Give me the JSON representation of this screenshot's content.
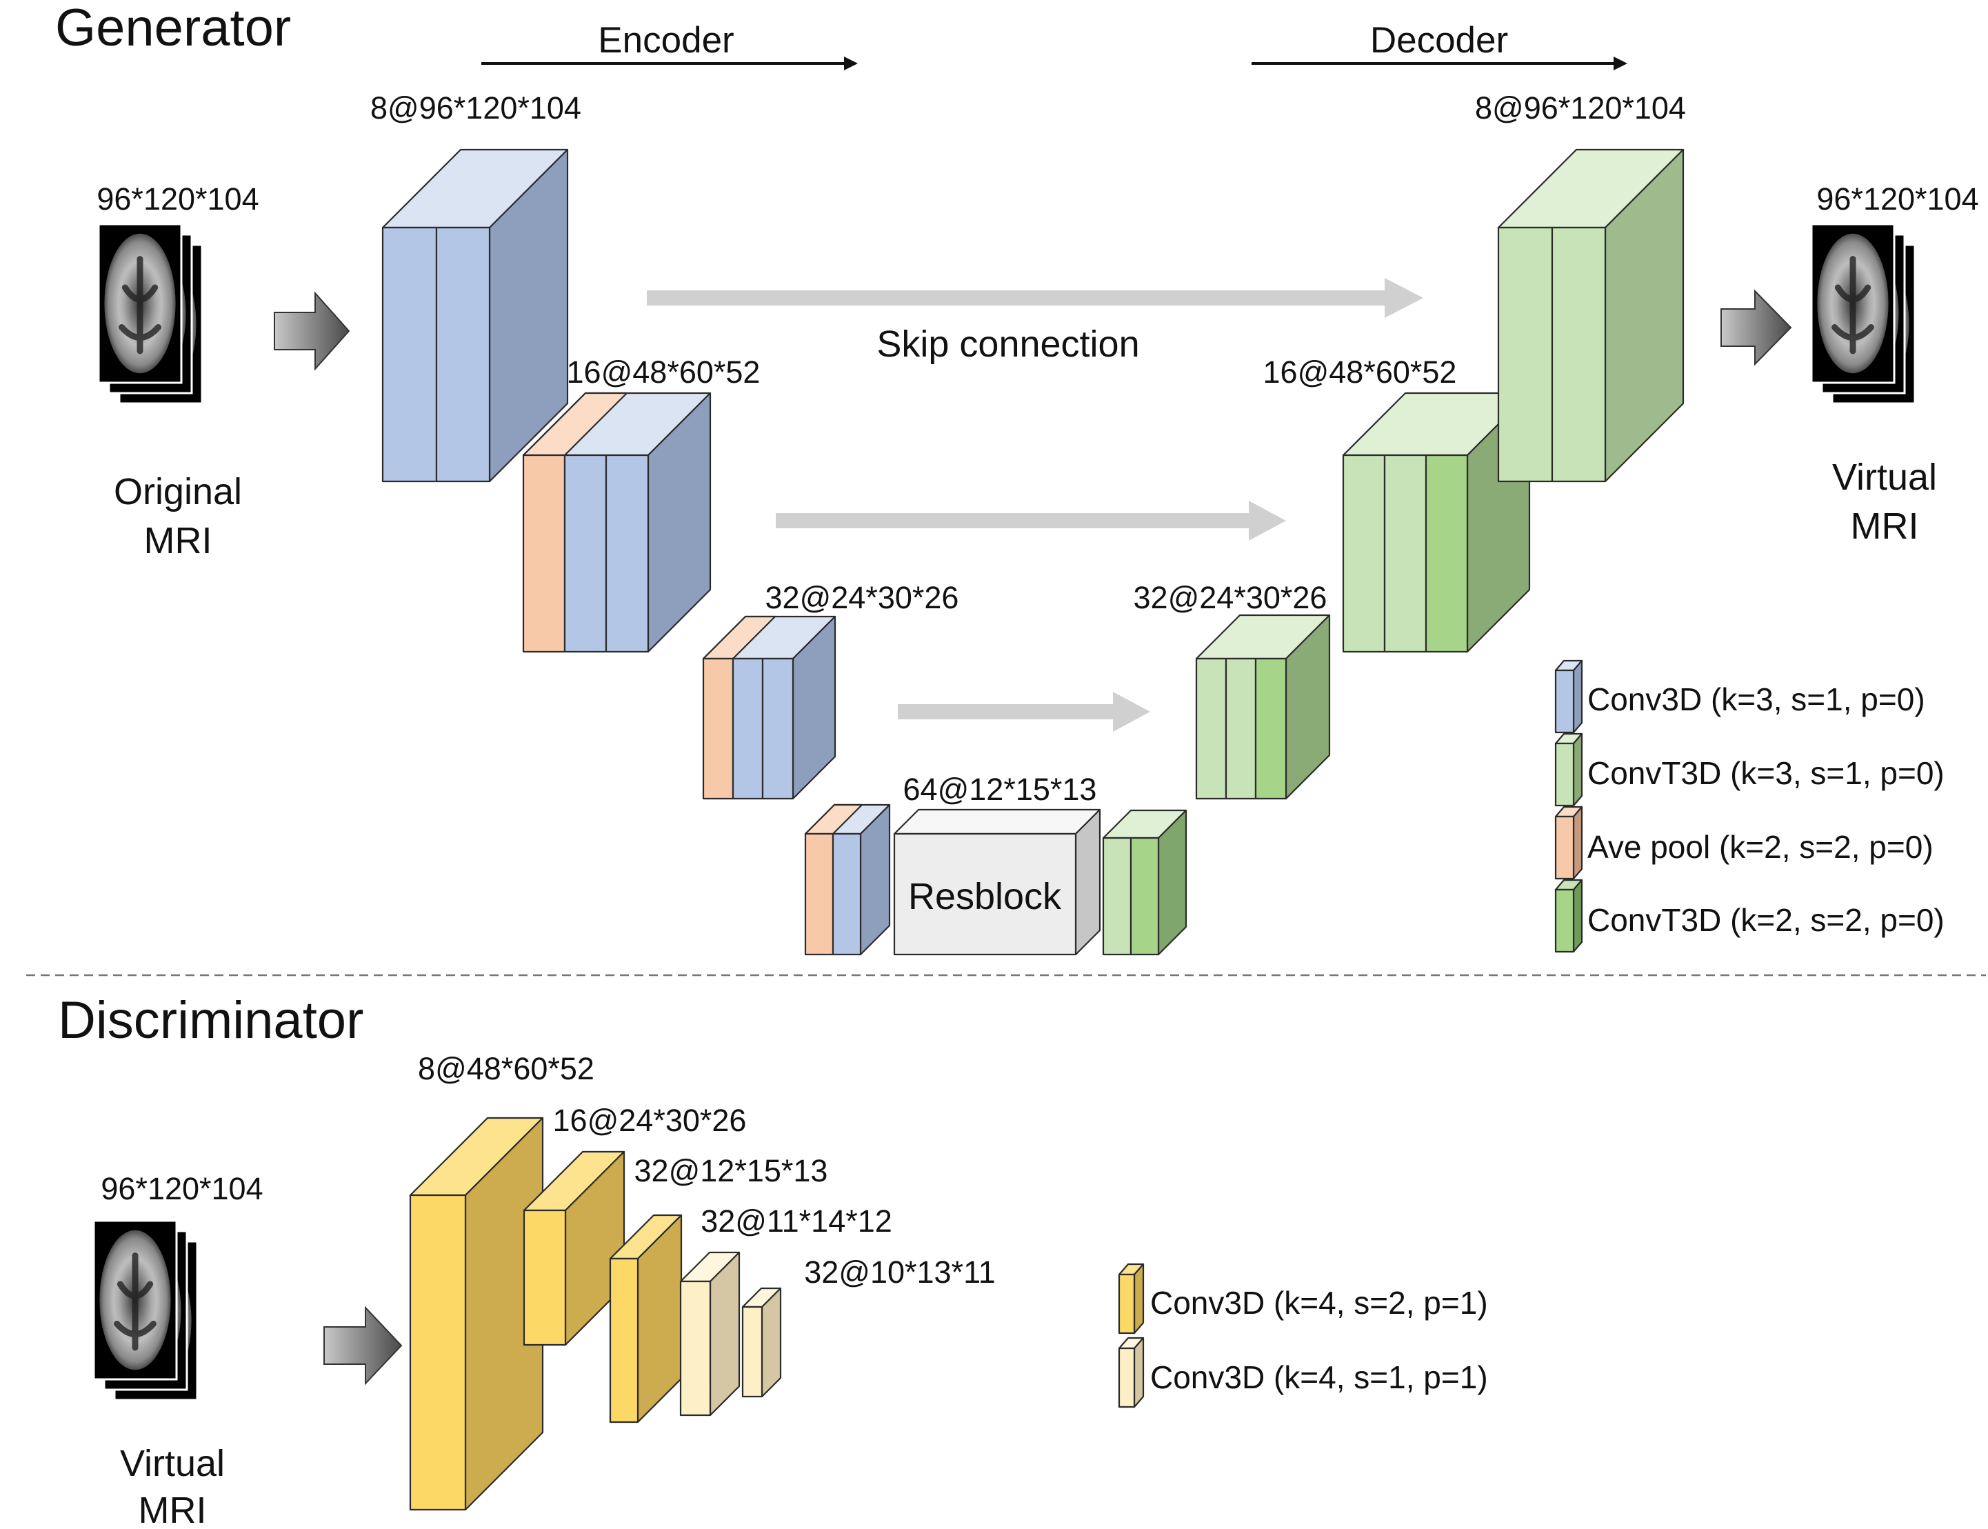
{
  "generator": {
    "title": "Generator",
    "encoder_label": "Encoder",
    "decoder_label": "Decoder",
    "skip_label": "Skip connection",
    "input": {
      "dims": "96*120*104",
      "caption_line1": "Original",
      "caption_line2": "MRI"
    },
    "output": {
      "dims": "96*120*104",
      "caption_line1": "Virtual",
      "caption_line2": "MRI"
    },
    "encoder_blocks": [
      {
        "label": "8@96*120*104"
      },
      {
        "label": "16@48*60*52"
      },
      {
        "label": "32@24*30*26"
      }
    ],
    "bottleneck": {
      "label": "64@12*15*13",
      "block_text": "Resblock"
    },
    "decoder_blocks": [
      {
        "label": "32@24*30*26"
      },
      {
        "label": "16@48*60*52"
      },
      {
        "label": "8@96*120*104"
      }
    ],
    "legend": [
      {
        "text": "Conv3D (k=3, s=1, p=0)",
        "color": "#b3c6e6"
      },
      {
        "text": "ConvT3D (k=3, s=1, p=0)",
        "color": "#c7e3b7"
      },
      {
        "text": "Ave pool (k=2, s=2, p=0)",
        "color": "#f7c9a9"
      },
      {
        "text": "ConvT3D (k=2, s=2, p=0)",
        "color": "#a6d489"
      }
    ]
  },
  "discriminator": {
    "title": "Discriminator",
    "input": {
      "dims": "96*120*104",
      "caption_line1": "Virtual",
      "caption_line2": "MRI"
    },
    "blocks": [
      {
        "label": "8@48*60*52"
      },
      {
        "label": "16@24*30*26"
      },
      {
        "label": "32@12*15*13"
      },
      {
        "label": "32@11*14*12"
      },
      {
        "label": "32@10*13*11"
      }
    ],
    "legend": [
      {
        "text": "Conv3D (k=4, s=2, p=1)",
        "color": "#fcd966"
      },
      {
        "text": "Conv3D (k=4, s=1, p=1)",
        "color": "#fdf0c7"
      }
    ]
  },
  "colors": {
    "conv_blue": "#b3c6e6",
    "convT_green": "#c7e3b7",
    "convT2_green": "#a6d489",
    "avepool_orange": "#f7c9a9",
    "resblock_gray": "#ededed",
    "disc_yellow": "#fcd966",
    "disc_cream": "#fdf0c7",
    "arrow_gray": "#d0d0d0"
  }
}
